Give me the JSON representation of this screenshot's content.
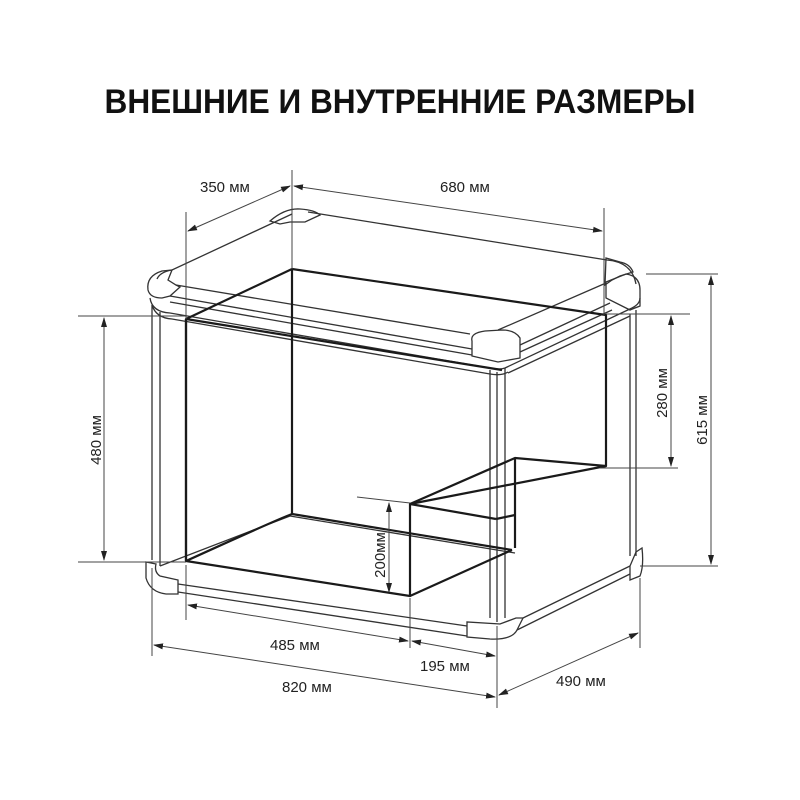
{
  "title": "ВНЕШНИЕ И ВНУТРЕННИЕ РАЗМЕРЫ",
  "dimensions": {
    "inner_depth": "350 мм",
    "inner_length_top": "680 мм",
    "inner_height": "480 мм",
    "compressor_step_height": "280 мм",
    "outer_height": "615 мм",
    "step_height": "200мм",
    "inner_length_bottom": "485 мм",
    "step_length": "195 мм",
    "outer_length": "820 мм",
    "outer_depth": "490 мм"
  },
  "colors": {
    "line": "#1a1a1a",
    "background": "#ffffff"
  }
}
